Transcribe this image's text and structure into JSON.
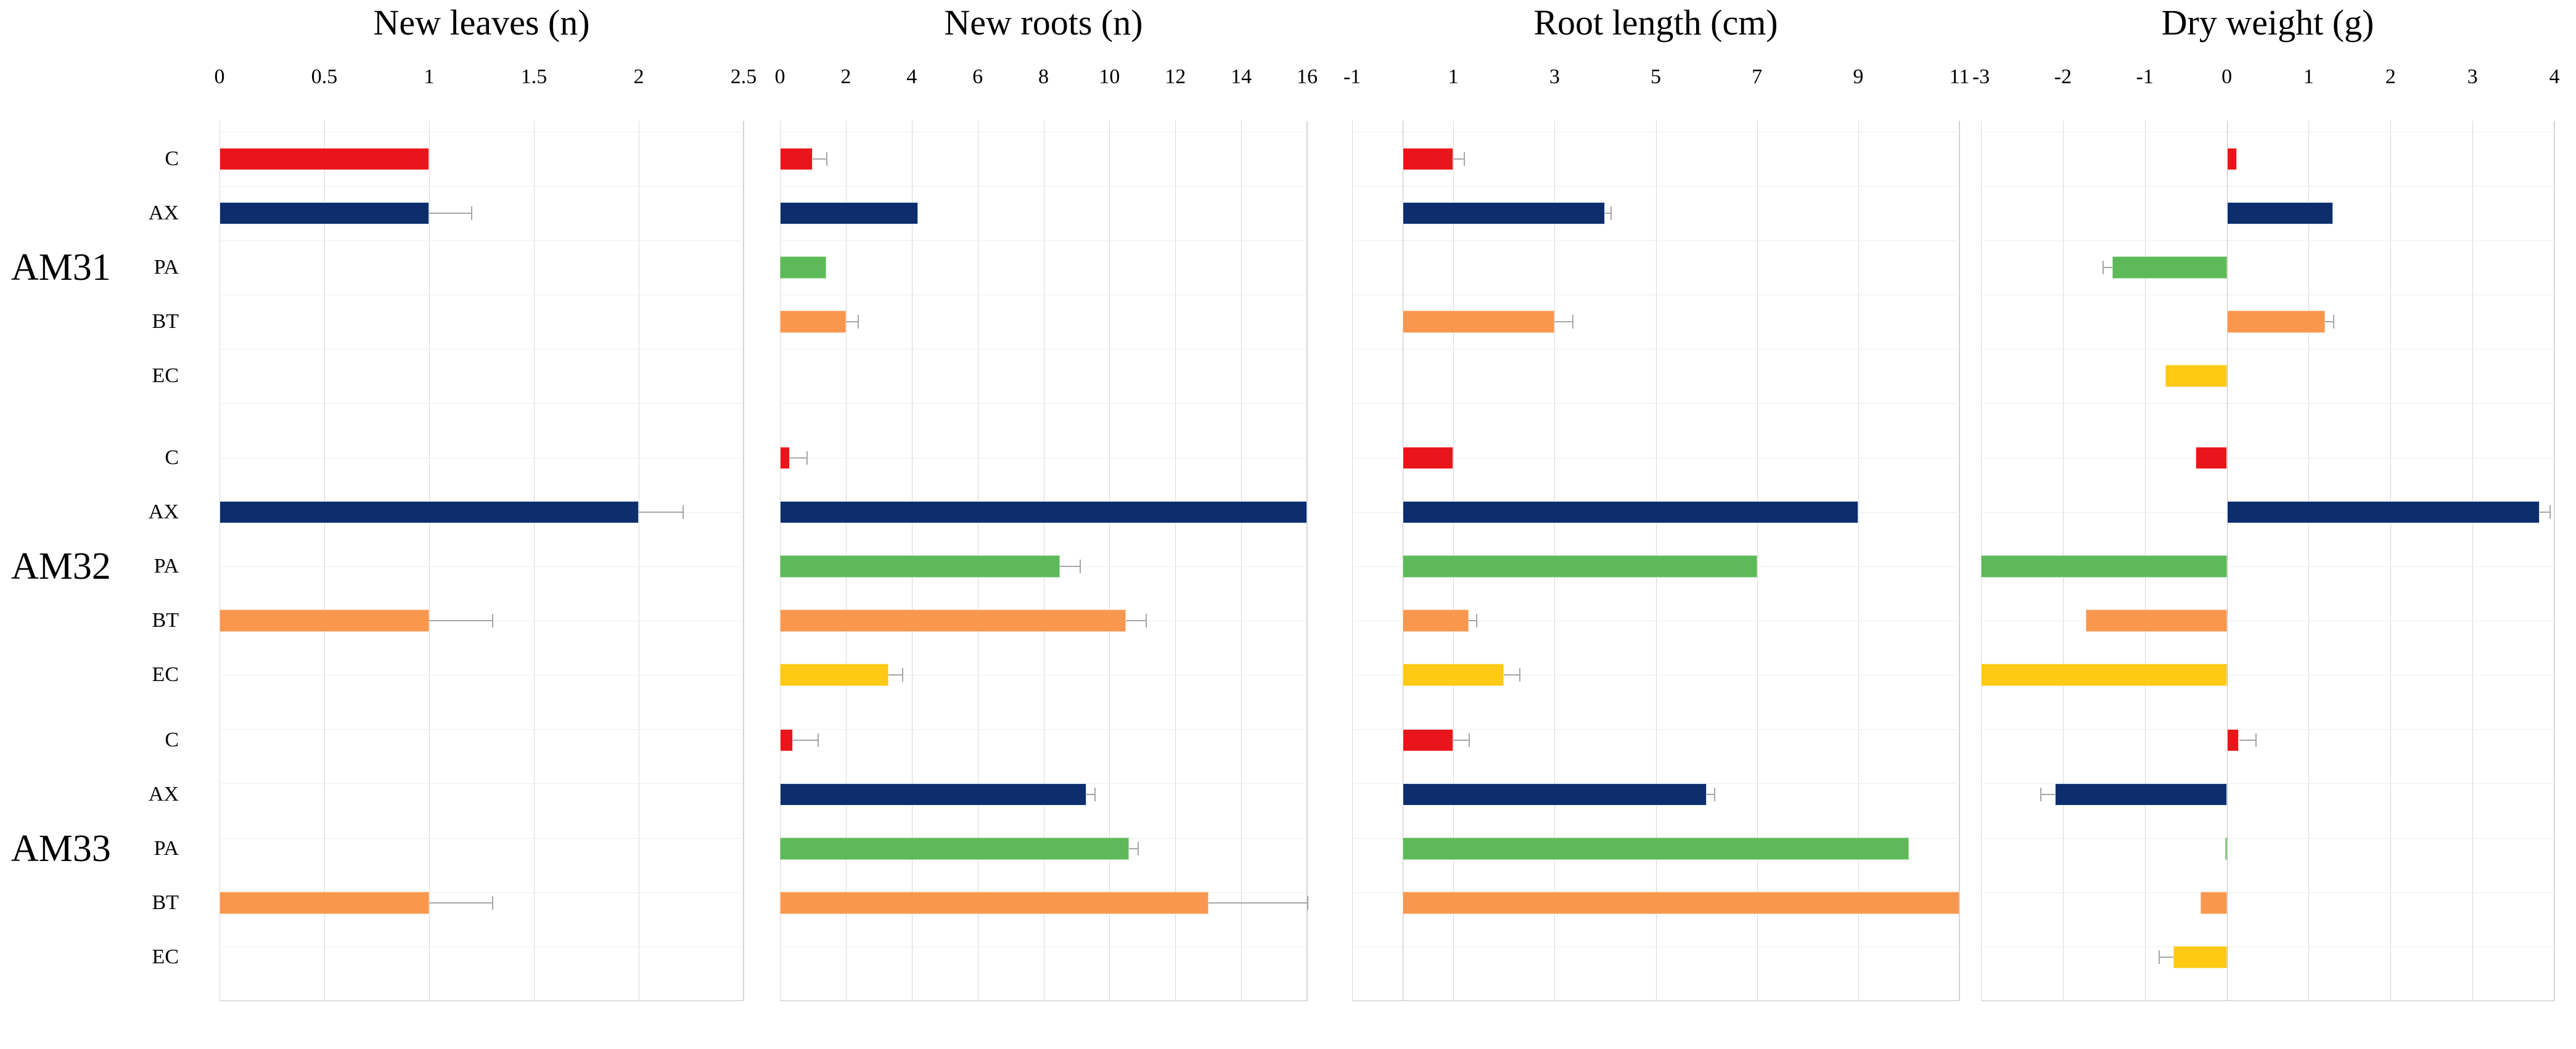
{
  "figure": {
    "groups": [
      "AM31",
      "AM32",
      "AM33"
    ],
    "treatments": [
      "C",
      "AX",
      "PA",
      "BT",
      "EC"
    ],
    "treatment_colors": {
      "C": "#E8161A",
      "AX": "#0D2D6C",
      "PA": "#5EBA58",
      "BT": "#F9974F",
      "EC": "#FFC914"
    }
  },
  "chart_data": [
    {
      "type": "bar",
      "title": "New leaves (n)",
      "xlabel": "",
      "ylabel": "",
      "orientation": "horizontal",
      "xlim": [
        0,
        2.5
      ],
      "xticks": [
        0,
        0.5,
        1,
        1.5,
        2,
        2.5
      ],
      "xtick_labels": [
        "0",
        "0.5",
        "1",
        "1.5",
        "2",
        "2.5"
      ],
      "grid": true,
      "legend": "none",
      "categories": [
        "C",
        "AX",
        "PA",
        "BT",
        "EC"
      ],
      "series": [
        {
          "name": "AM31",
          "values": [
            1.0,
            1.0,
            0,
            0,
            0
          ],
          "errors": [
            0,
            0.2,
            0,
            0,
            0
          ]
        },
        {
          "name": "AM32",
          "values": [
            0,
            2.0,
            0,
            1.0,
            0
          ],
          "errors": [
            0,
            0.21,
            0,
            0.3,
            0
          ]
        },
        {
          "name": "AM33",
          "values": [
            0,
            0,
            0,
            1.0,
            0
          ],
          "errors": [
            0,
            0,
            0,
            0.3,
            0
          ]
        }
      ]
    },
    {
      "type": "bar",
      "title": "New roots (n)",
      "xlabel": "",
      "ylabel": "",
      "orientation": "horizontal",
      "xlim": [
        0,
        16
      ],
      "xticks": [
        0,
        2,
        4,
        6,
        8,
        10,
        12,
        14,
        16
      ],
      "xtick_labels": [
        "0",
        "2",
        "4",
        "6",
        "8",
        "10",
        "12",
        "14",
        "16"
      ],
      "grid": true,
      "legend": "none",
      "categories": [
        "C",
        "AX",
        "PA",
        "BT",
        "EC"
      ],
      "series": [
        {
          "name": "AM31",
          "values": [
            1.0,
            4.2,
            1.4,
            2.0,
            0
          ],
          "errors": [
            0.4,
            0,
            0,
            0.35,
            0
          ]
        },
        {
          "name": "AM32",
          "values": [
            0.3,
            16.0,
            8.5,
            10.5,
            3.3
          ],
          "errors": [
            0.5,
            0,
            0.6,
            0.6,
            0.4
          ]
        },
        {
          "name": "AM33",
          "values": [
            0.4,
            9.3,
            10.6,
            13.0,
            0
          ],
          "errors": [
            0.75,
            0.25,
            0.25,
            3.0,
            0
          ]
        }
      ]
    },
    {
      "type": "bar",
      "title": "Root length (cm)",
      "xlabel": "",
      "ylabel": "",
      "orientation": "horizontal",
      "xlim": [
        -1,
        11
      ],
      "xticks": [
        -1,
        1,
        3,
        5,
        7,
        9,
        11
      ],
      "xtick_labels": [
        "-1",
        "1",
        "3",
        "5",
        "7",
        "9",
        "11"
      ],
      "grid": true,
      "legend": "none",
      "categories": [
        "C",
        "AX",
        "PA",
        "BT",
        "EC"
      ],
      "series": [
        {
          "name": "AM31",
          "values": [
            1.0,
            4.0,
            0,
            3.0,
            0
          ],
          "errors": [
            0.2,
            0.1,
            0,
            0.35,
            0
          ]
        },
        {
          "name": "AM32",
          "values": [
            1.0,
            9.0,
            7.0,
            1.3,
            2.0
          ],
          "errors": [
            0,
            0,
            0,
            0.15,
            0.3
          ]
        },
        {
          "name": "AM33",
          "values": [
            1.0,
            6.0,
            10.0,
            11.0,
            0
          ],
          "errors": [
            0.3,
            0.15,
            0,
            0,
            0
          ]
        }
      ]
    },
    {
      "type": "bar",
      "title": "Dry weight (g)",
      "xlabel": "",
      "ylabel": "",
      "orientation": "horizontal",
      "xlim": [
        -3,
        4
      ],
      "xticks": [
        -3,
        -2,
        -1,
        0,
        1,
        2,
        3,
        4
      ],
      "xtick_labels": [
        "-3",
        "-2",
        "-1",
        "0",
        "1",
        "2",
        "3",
        "4"
      ],
      "grid": true,
      "legend": "none",
      "categories": [
        "C",
        "AX",
        "PA",
        "BT",
        "EC"
      ],
      "series": [
        {
          "name": "AM31",
          "values": [
            0.12,
            1.3,
            -1.4,
            1.2,
            -0.75
          ],
          "errors": [
            0,
            0,
            0.12,
            0.1,
            0
          ]
        },
        {
          "name": "AM32",
          "values": [
            -0.38,
            3.82,
            -3.0,
            -1.72,
            -3.0
          ],
          "errors": [
            0,
            0.12,
            0,
            0,
            0
          ]
        },
        {
          "name": "AM33",
          "values": [
            0.15,
            -2.1,
            -0.02,
            -0.32,
            -0.65
          ],
          "errors": [
            0.2,
            0.18,
            0,
            0,
            0.18
          ]
        }
      ]
    }
  ]
}
